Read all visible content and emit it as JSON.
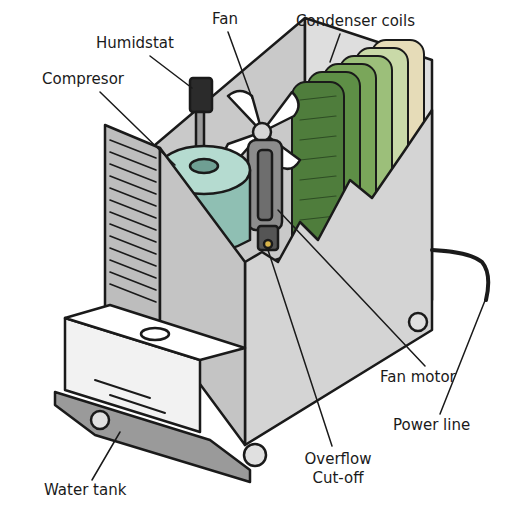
{
  "diagram": {
    "labels": [
      "Fan",
      "Condenser coils",
      "Humidstat",
      "Compresor",
      "Fan motor",
      "Power line",
      "Overflow Cut-off",
      "Water tank"
    ]
  }
}
